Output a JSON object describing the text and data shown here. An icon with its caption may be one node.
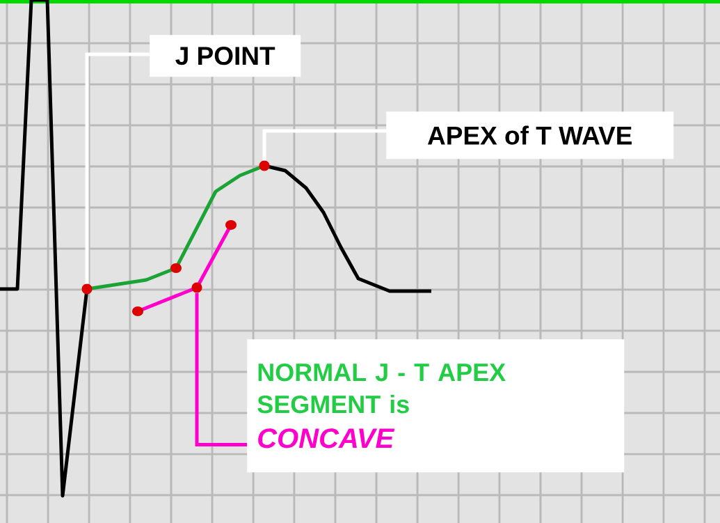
{
  "diagram": {
    "nodes": [
      {
        "text": [
          "J POINT"
        ]
      },
      {
        "text": [],
        "shape": "circle"
      },
      {
        "text": [
          "APEX  of  T  WAVE"
        ]
      },
      {
        "text": [],
        "shape": "circle"
      },
      {
        "text": [
          "NORMAL  J - T APEX SEGMENT  is",
          "CONCAVE"
        ]
      },
      {
        "text": [],
        "shape": "circle"
      }
    ],
    "edges": [
      {
        "from": 0,
        "to": 1,
        "arrow": "none"
      },
      {
        "from": 2,
        "to": 3,
        "arrow": "none"
      },
      {
        "from": 4,
        "to": 5,
        "arrow": "none",
        "color": "#ff00cc"
      }
    ]
  }
}
